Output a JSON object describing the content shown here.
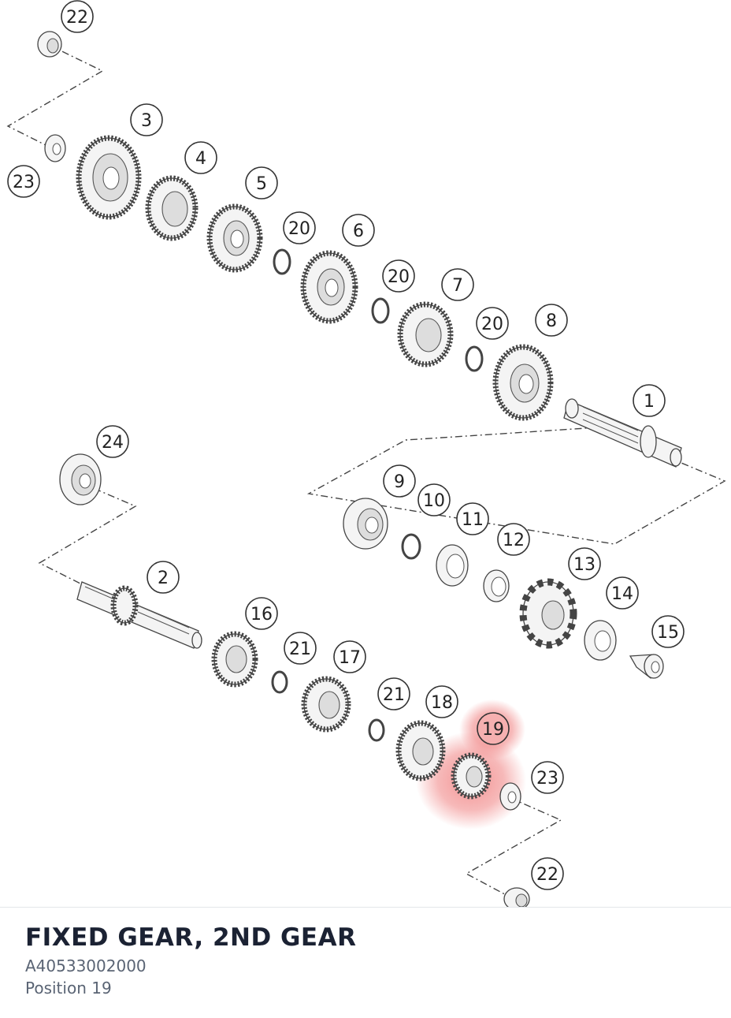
{
  "part": {
    "title": "FIXED GEAR, 2ND GEAR",
    "number": "A40533002000",
    "position_label": "Position 19"
  },
  "diagram": {
    "highlight_color": "#f08080",
    "highlighted_callout": "19",
    "callouts": {
      "c22a": "22",
      "c23a": "23",
      "c3": "3",
      "c4": "4",
      "c5": "5",
      "c20a": "20",
      "c6": "6",
      "c20b": "20",
      "c7": "7",
      "c20c": "20",
      "c8": "8",
      "c1": "1",
      "c24": "24",
      "c2": "2",
      "c9": "9",
      "c10": "10",
      "c11": "11",
      "c12": "12",
      "c13": "13",
      "c14": "14",
      "c15": "15",
      "c16": "16",
      "c21a": "21",
      "c17": "17",
      "c21b": "21",
      "c18": "18",
      "c19": "19",
      "c23b": "23",
      "c22b": "22"
    }
  }
}
